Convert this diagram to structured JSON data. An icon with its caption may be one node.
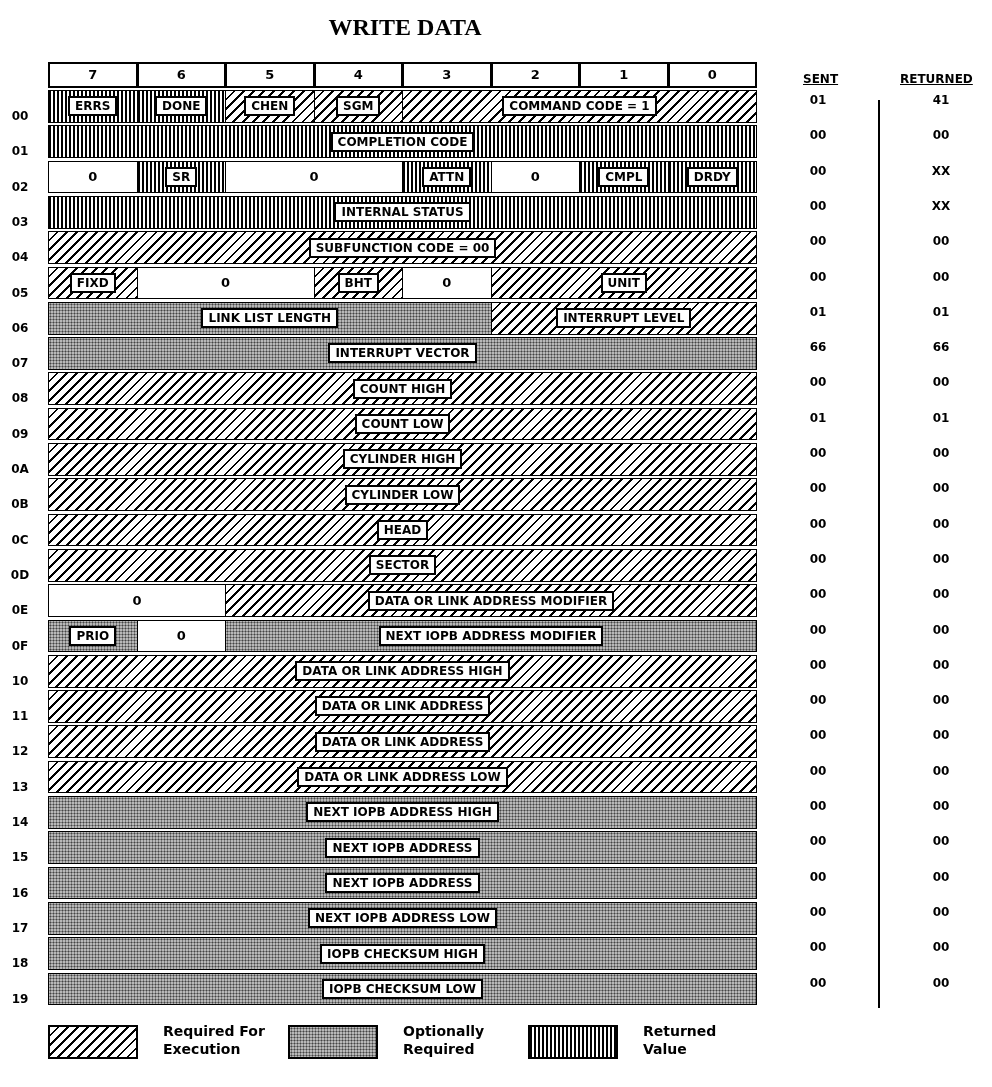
{
  "diagram": {
    "title": "WRITE DATA",
    "labels": [
      "7",
      "6",
      "5",
      "4",
      "3",
      "2",
      "1",
      "0",
      "SENT",
      "RETURNED",
      "00",
      "ERRS",
      "DONE",
      "CHEN",
      "SGM",
      "COMMAND CODE = 1",
      "01",
      "41",
      "01",
      "COMPLETION CODE",
      "00",
      "00",
      "02",
      "0",
      "SR",
      "0",
      "ATTN",
      "0",
      "CMPL",
      "DRDY",
      "00",
      "XX",
      "03",
      "INTERNAL STATUS",
      "00",
      "XX",
      "04",
      "SUBFUNCTION CODE = 00",
      "00",
      "00",
      "05",
      "FIXD",
      "0",
      "BHT",
      "0",
      "UNIT",
      "00",
      "00",
      "06",
      "LINK LIST LENGTH",
      "INTERRUPT LEVEL",
      "01",
      "01",
      "07",
      "INTERRUPT VECTOR",
      "66",
      "66",
      "08",
      "COUNT HIGH",
      "00",
      "00",
      "09",
      "COUNT LOW",
      "01",
      "01",
      "0A",
      "CYLINDER HIGH",
      "00",
      "00",
      "0B",
      "CYLINDER LOW",
      "00",
      "00",
      "0C",
      "HEAD",
      "00",
      "00",
      "0D",
      "SECTOR",
      "00",
      "00",
      "0E",
      "0",
      "DATA OR LINK ADDRESS MODIFIER",
      "00",
      "00",
      "0F",
      "PRIO",
      "0",
      "NEXT IOPB ADDRESS MODIFIER",
      "00",
      "00",
      "10",
      "DATA OR LINK ADDRESS HIGH",
      "00",
      "00",
      "11",
      "DATA OR LINK ADDRESS",
      "00",
      "00",
      "12",
      "DATA OR LINK ADDRESS",
      "00",
      "00",
      "13",
      "DATA OR LINK ADDRESS LOW",
      "00",
      "00",
      "14",
      "NEXT IOPB ADDRESS HIGH",
      "00",
      "00",
      "15",
      "NEXT IOPB ADDRESS",
      "00",
      "00",
      "16",
      "NEXT IOPB ADDRESS",
      "00",
      "00",
      "17",
      "NEXT IOPB ADDRESS LOW",
      "00",
      "00",
      "18",
      "IOPB CHECKSUM HIGH",
      "00",
      "00",
      "19",
      "IOPB CHECKSUM LOW",
      "00",
      "00"
    ],
    "legend": [
      {
        "text": "Required For Execution"
      },
      {
        "text": "Optionally Required"
      },
      {
        "text": "Returned Value"
      }
    ]
  }
}
